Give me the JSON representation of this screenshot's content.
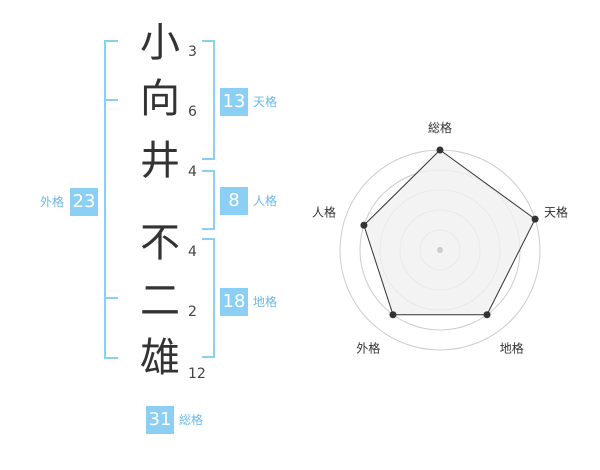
{
  "name": {
    "chars": [
      {
        "char": "小",
        "strokes": "3"
      },
      {
        "char": "向",
        "strokes": "6"
      },
      {
        "char": "井",
        "strokes": "4"
      },
      {
        "char": "不",
        "strokes": "4"
      },
      {
        "char": "二",
        "strokes": "2"
      },
      {
        "char": "雄",
        "strokes": "12"
      }
    ]
  },
  "kaku": {
    "tenkaku": {
      "value": "13",
      "label": "天格"
    },
    "jinkaku": {
      "value": "8",
      "label": "人格"
    },
    "chikaku": {
      "value": "18",
      "label": "地格"
    },
    "gaikaku": {
      "value": "23",
      "label": "外格"
    },
    "soukaku": {
      "value": "31",
      "label": "総格"
    }
  },
  "radar": {
    "axes": [
      {
        "label": "総格",
        "score": 5
      },
      {
        "label": "天格",
        "score": 5
      },
      {
        "label": "地格",
        "score": 4
      },
      {
        "label": "外格",
        "score": 4
      },
      {
        "label": "人格",
        "score": 4
      }
    ],
    "max": 5,
    "colors": {
      "ring": "#cccccc",
      "fill": "#f0f0f0",
      "line": "#333333",
      "point": "#333333",
      "center": "#cccccc"
    }
  }
}
